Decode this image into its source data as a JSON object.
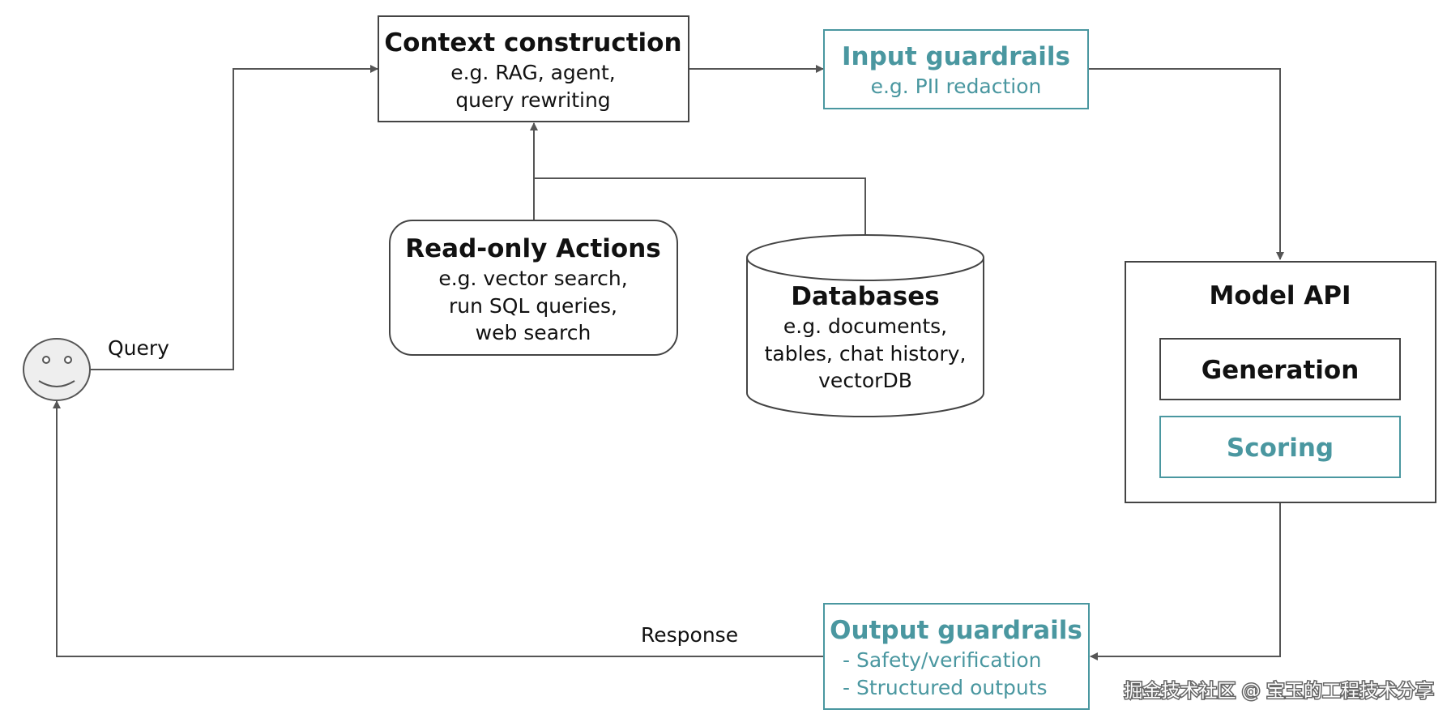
{
  "nodes": {
    "context_construction": {
      "title": "Context construction",
      "lines": [
        "e.g. RAG, agent,",
        "query rewriting"
      ]
    },
    "input_guardrails": {
      "title": "Input guardrails",
      "lines": [
        "e.g. PII redaction"
      ]
    },
    "read_only_actions": {
      "title": "Read-only Actions",
      "lines": [
        "e.g. vector search,",
        "run SQL queries,",
        "web search"
      ]
    },
    "databases": {
      "title": "Databases",
      "lines": [
        "e.g. documents,",
        "tables, chat history,",
        "vectorDB"
      ]
    },
    "model_api": {
      "title": "Model API",
      "generation": "Generation",
      "scoring": "Scoring"
    },
    "output_guardrails": {
      "title": "Output guardrails",
      "lines": [
        "- Safety/verification",
        "- Structured outputs"
      ]
    }
  },
  "edges": {
    "query_label": "Query",
    "response_label": "Response"
  },
  "watermark": "掘金技术社区 @ 宝玉的工程技术分享",
  "colors": {
    "accent_teal": "#4a97a0",
    "stroke": "#444444",
    "user_face_fill": "#eeeeee"
  },
  "icons": {
    "user": "smiley-face-icon"
  }
}
